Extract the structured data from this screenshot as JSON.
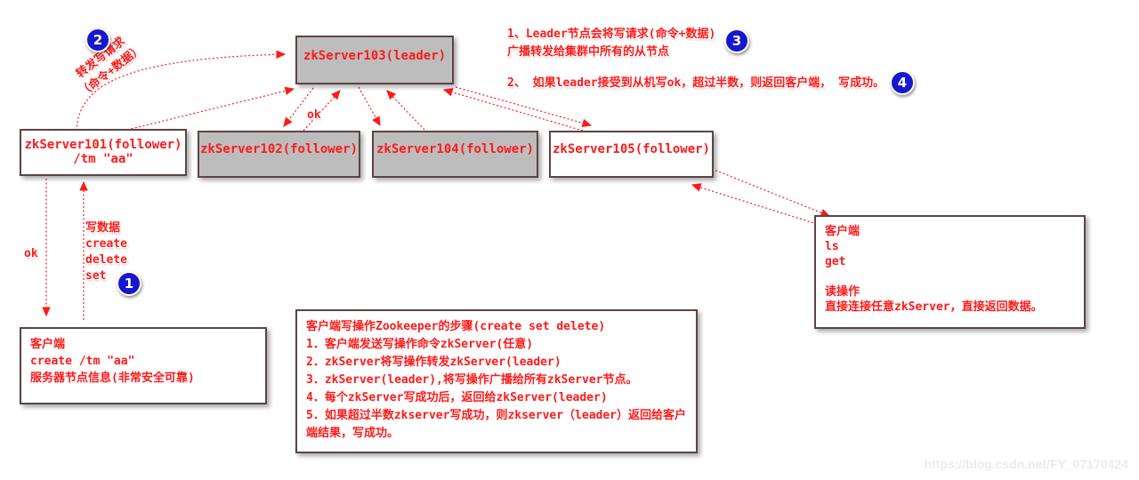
{
  "diagram": {
    "nodes": {
      "leader": {
        "label": "zkServer103(leader)"
      },
      "f101": {
        "label": "zkServer101(follower)",
        "sublabel": "/tm \"aa\""
      },
      "f102": {
        "label": "zkServer102(follower)"
      },
      "f104": {
        "label": "zkServer104(follower)"
      },
      "f105": {
        "label": "zkServer105(follower)"
      }
    },
    "client_write_box": {
      "text": "客户端\n    create /tm \"aa\"\n    服务器节点信息(非常安全可靠)"
    },
    "steps_box": {
      "text": "客户端写操作Zookeeper的步骤(create set delete)\n1．客户端发送写操作命令zkServer(任意)\n2．zkServer将写操作转发zkServer(leader)\n3．zkServer(leader),将写操作广播给所有zkServer节点。\n4．每个zkServer写成功后，返回给zkServer(leader)\n5．如果超过半数zkserver写成功，则zkserver（leader）返回给客户端结果，写成功。"
    },
    "client_read_box": {
      "text": "客户端\n    ls\n    get\n\n读操作\n    直接连接任意zkServer，直接返回数据。"
    },
    "annotations": {
      "forward_label": "转发写请求\n（命令+数据）",
      "write_label": "写数据\ncreate\ndelete\nset",
      "note1": "1、Leader节点会将写请求(命令+数据)\n广播转发给集群中所有的从节点",
      "note2": "2、 如果leader接受到从机写ok，超过半数，则返回客户端， 写成功。",
      "ok_left": "ok",
      "ok_mid": "ok"
    },
    "badges": {
      "b1": "1",
      "b2": "2",
      "b3": "3",
      "b4": "4"
    },
    "watermark": "https://blog.csdn.net/FY_07170424",
    "colors": {
      "arrow_red": "#ff1a1a",
      "node_fill_gray": "#bdbdbd",
      "node_border": "#5e4444",
      "badge_blue": "#1717cf"
    }
  }
}
